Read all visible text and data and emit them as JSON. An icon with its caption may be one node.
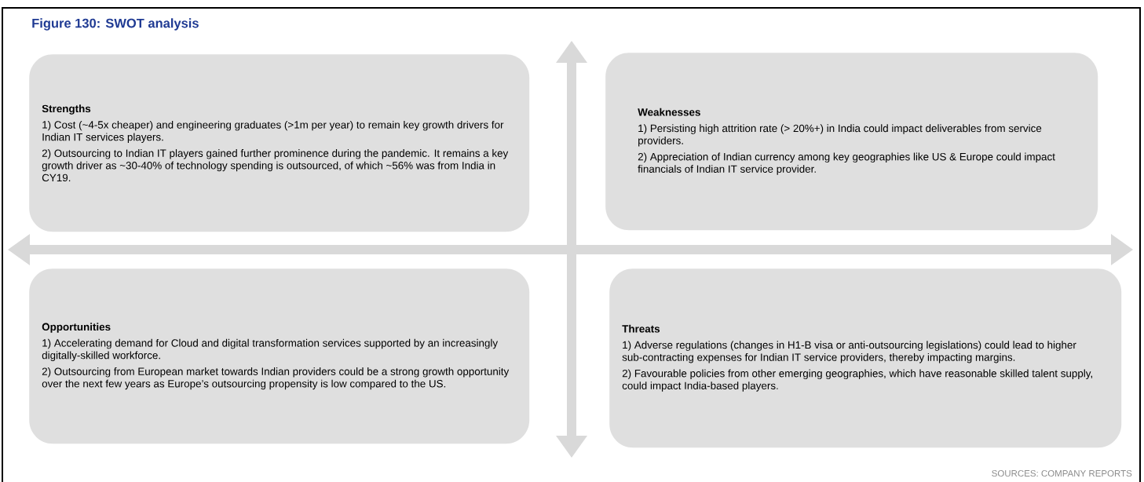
{
  "diagram": {
    "title": "Figure 130: SWOT analysis",
    "nodes": [
      {
        "text": [
          "Strengths",
          "1) Cost (~4-5x cheaper) and engineering graduates (>1m per year) to remain key growth drivers for Indian IT services players.",
          "2) Outsourcing to Indian IT players gained further prominence during the pandemic. It remains a key growth driver as ~30-40% of technology spending is outsourced, of which ~56% was from India in CY19."
        ]
      },
      {
        "text": [
          "Weaknesses",
          "1) Persisting high attrition rate (> 20%+) in India could impact deliverables from service providers.",
          "2) Appreciation of Indian currency among key geographies like US & Europe could impact financials of Indian IT service provider."
        ]
      },
      {
        "text": [
          "Opportunities",
          "1) Accelerating demand for Cloud and digital transformation services supported by an increasingly digitally-skilled workforce.",
          "2) Outsourcing from European market towards Indian providers could be a strong growth opportunity over the next few years as Europe’s outsourcing propensity is low compared to the US."
        ]
      },
      {
        "text": [
          "Threats",
          "1) Adverse regulations (changes in H1-B visa or anti-outsourcing legislations) could lead to higher sub-contracting expenses for Indian IT service providers, thereby impacting margins.",
          "2) Favourable policies from other emerging geographies, which have reasonable skilled talent supply, could impact India-based players."
        ]
      }
    ],
    "labels": [
      "SOURCES: COMPANY REPORTS"
    ]
  }
}
